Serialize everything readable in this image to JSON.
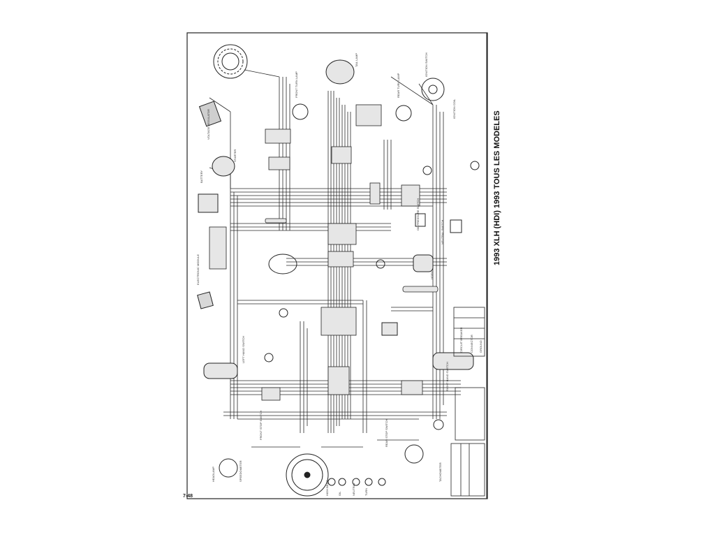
{
  "diagram": {
    "title": "1993 XLH (HDI) 1993 TOUS LES MODELES",
    "page_number": "7-48",
    "component_labels": [
      "VOLTAGE REGULATOR",
      "STARTER",
      "BATTERY",
      "FRONT TURN LAMP",
      "TAIL LAMP",
      "REAR TURN LAMP",
      "IGNITION COIL",
      "OIL PRESSURE SWITCH",
      "NEUTRAL SWITCH",
      "ELECTRONIC MODULE",
      "HORN",
      "SPEEDOMETER",
      "TACHOMETER",
      "HEADLAMP",
      "LEFT HAND SWITCH",
      "RIGHT HAND SWITCH",
      "IGNITION SWITCH",
      "REAR STOP SWITCH",
      "FRONT STOP SWITCH",
      "HIGH BEAM",
      "OIL",
      "NEUTRAL",
      "TURN"
    ],
    "legend_rows": [
      "CIRCUIT BREAKER",
      "CONNECTOR",
      "GROUND"
    ]
  },
  "colors": {
    "line": "#2a2a2a",
    "paper": "#ffffff",
    "fill": "#e6e6e6"
  }
}
